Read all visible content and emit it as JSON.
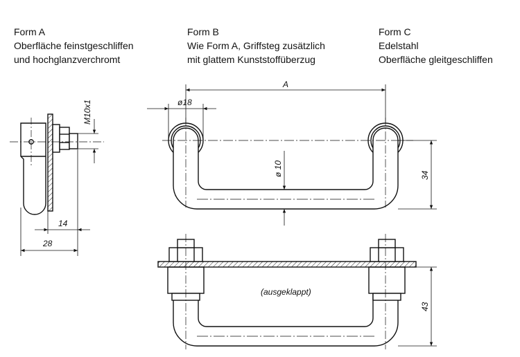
{
  "forms": [
    {
      "title": "Form A",
      "lines": [
        "Oberfläche feinstgeschliffen",
        "und hochglanzverchromt"
      ]
    },
    {
      "title": "Form B",
      "lines": [
        "Wie Form A, Griffsteg zusätzlich",
        "mit glattem Kunststoffüberzug"
      ]
    },
    {
      "title": "Form C",
      "lines": [
        "Edelstahl",
        "Oberfläche gleitgeschliffen"
      ]
    }
  ],
  "dimensions": {
    "thread": "M10x1",
    "offset_14": "14",
    "depth_28": "28",
    "length_A": "A",
    "dia_18": "ø18",
    "dia_10": "ø 10",
    "height_34": "34",
    "height_43": "43"
  },
  "notes": {
    "folded_out": "(ausgeklappt)"
  }
}
